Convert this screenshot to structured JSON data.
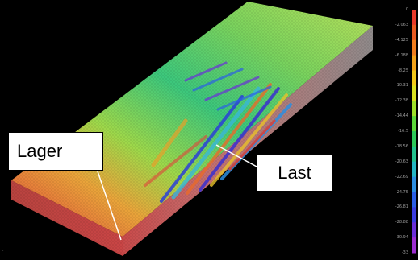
{
  "callouts": {
    "lager": "Lager",
    "last": "Last"
  },
  "legend": {
    "values": [
      "0",
      "-2.063",
      "-4.125",
      "-6.188",
      "-8.25",
      "-10.31",
      "-12.38",
      "-14.44",
      "-16.5",
      "-18.56",
      "-20.63",
      "-22.69",
      "-24.75",
      "-26.81",
      "-28.88",
      "-30.94",
      "-33"
    ],
    "colors": [
      "#e83a2a",
      "#e85a22",
      "#f07d1e",
      "#f2a21a",
      "#f2c81a",
      "#d8e021",
      "#9fe02a",
      "#5cd63a",
      "#2ec95a",
      "#23c28e",
      "#25b6c4",
      "#2d8ee0",
      "#2b5fe6",
      "#3b3de0",
      "#6a2fd8",
      "#9b2dd0",
      "#c42bc4"
    ]
  },
  "colors": {
    "background": "#000000",
    "high_stress": "#e0453a",
    "low_stress": "#3a2fd0"
  }
}
